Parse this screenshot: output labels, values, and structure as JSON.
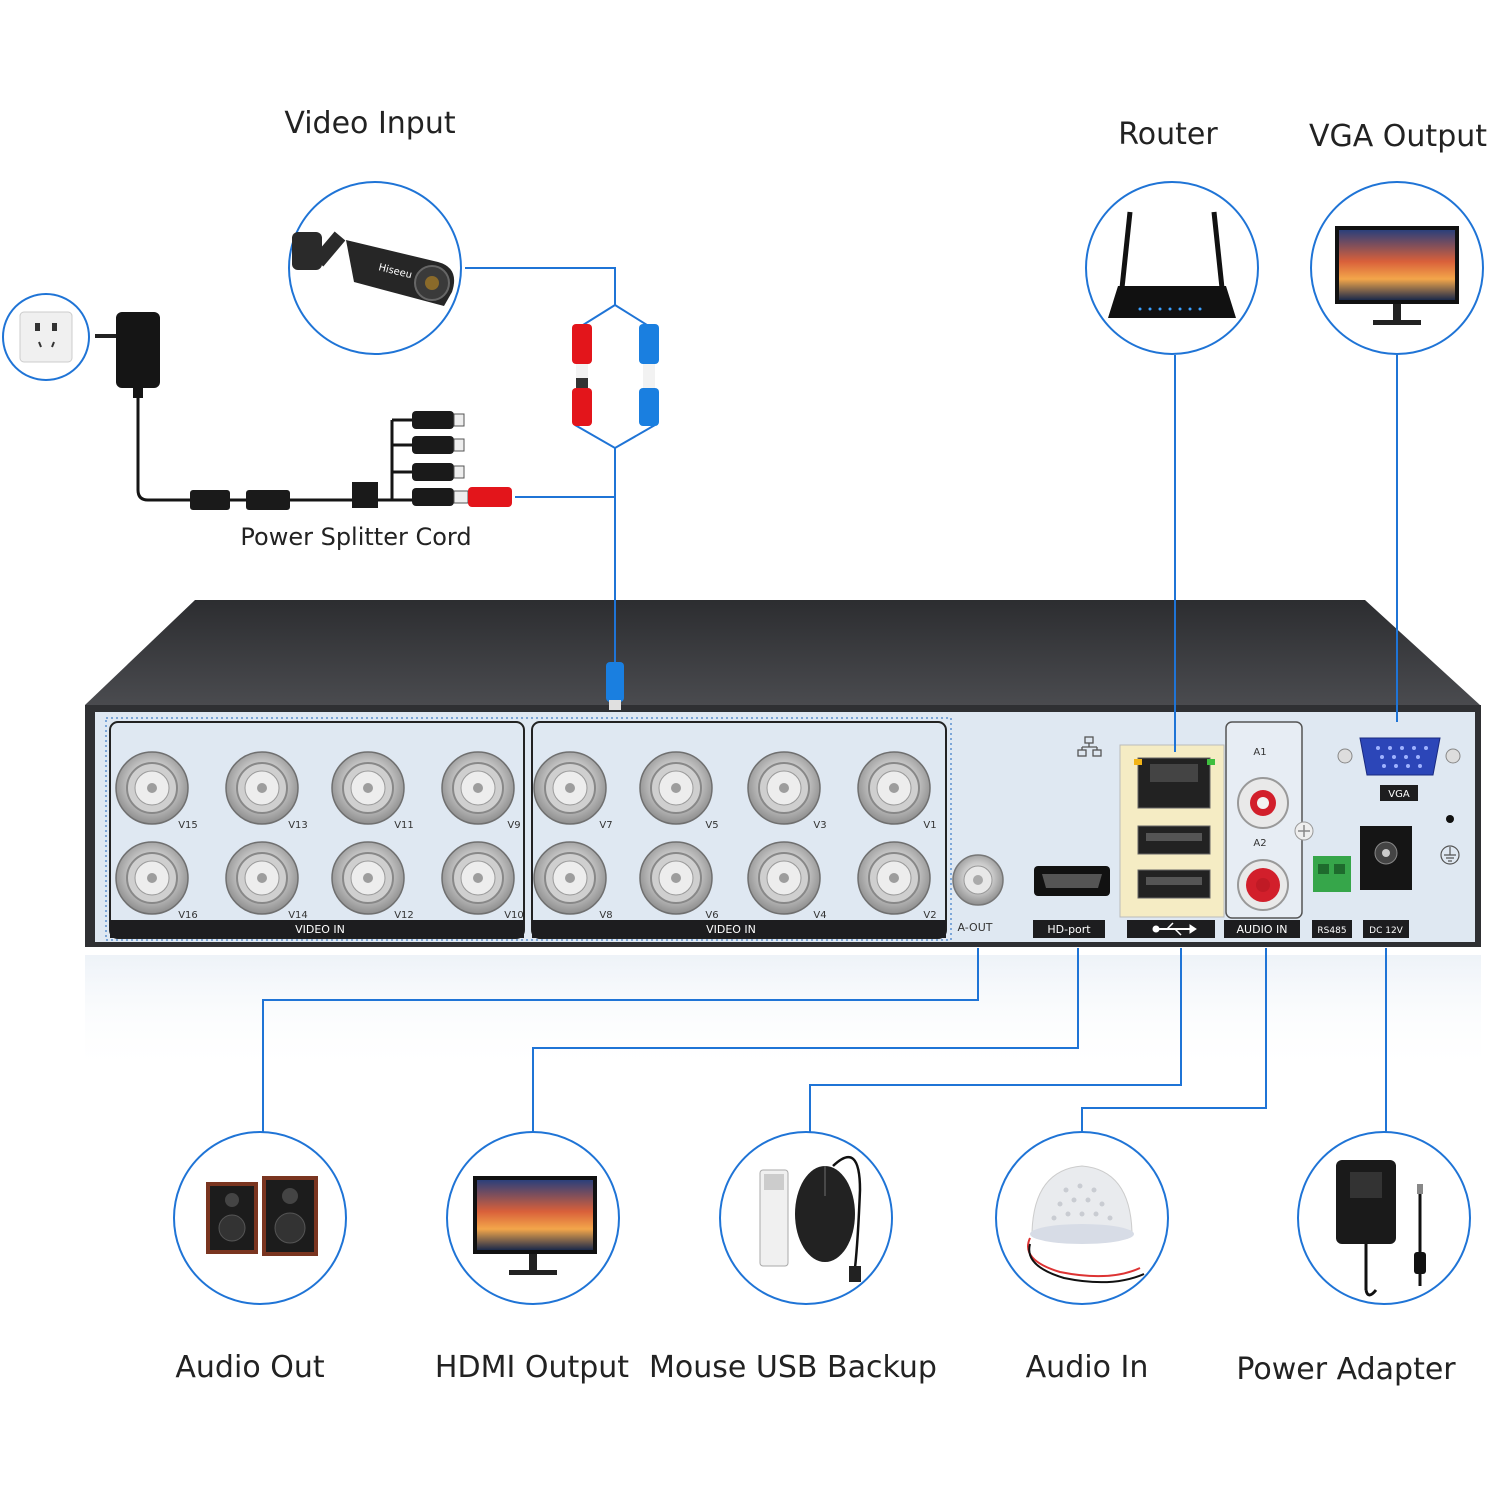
{
  "labels": {
    "video_input": "Video Input",
    "router": "Router",
    "vga_output": "VGA Output",
    "power_splitter": "Power Splitter Cord",
    "audio_out": "Audio Out",
    "hdmi_output": "HDMI Output",
    "mouse_usb": "Mouse USB Backup",
    "audio_in": "Audio In",
    "power_adapter": "Power Adapter"
  },
  "camera_brand": "Hiseeu",
  "panel": {
    "bnc_top": [
      "V15",
      "V13",
      "V11",
      "V9",
      "V7",
      "V5",
      "V3",
      "V1"
    ],
    "bnc_bottom": [
      "V16",
      "V14",
      "V12",
      "V10",
      "V8",
      "V6",
      "V4",
      "V2"
    ],
    "video_in_left": "VIDEO IN",
    "video_in_right": "VIDEO IN",
    "a_out": "A-OUT",
    "hd_port": "HD-port",
    "usb_symbol": "⭠●⭢",
    "audio_in": "AUDIO IN",
    "a1": "A1",
    "a2": "A2",
    "vga": "VGA",
    "rs485": "RS485",
    "dc12v": "DC 12V"
  },
  "colors": {
    "line": "#1f74d6",
    "circle": "#1f74d6",
    "panel": "#dfe8f2",
    "chassis": "#3a3b3e",
    "red": "#e3151b",
    "blue": "#1a7fe0"
  }
}
